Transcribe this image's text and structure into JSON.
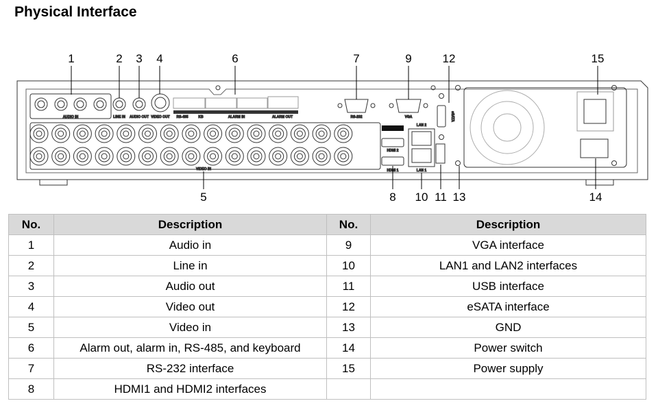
{
  "title": "Physical Interface",
  "diagram": {
    "callouts": [
      "1",
      "2",
      "3",
      "4",
      "5",
      "6",
      "7",
      "8",
      "9",
      "10",
      "11",
      "12",
      "13",
      "14",
      "15"
    ],
    "labels": {
      "audio_in": "AUDIO IN",
      "line_in": "LINE IN",
      "audio_out": "AUDIO OUT",
      "video_out": "VIDEO OUT",
      "rs485": "RS-485",
      "kb": "KB",
      "alarm_in": "ALARM IN",
      "alarm_out": "ALARM OUT",
      "video_in": "VIDEO IN",
      "rs232": "RS-232",
      "vga": "VGA",
      "esata": "eSATA",
      "hdmi1": "HDMI 1",
      "hdmi2": "HDMI 2",
      "lan1": "LAN 1",
      "lan2": "LAN 2"
    }
  },
  "table": {
    "headers": [
      "No.",
      "Description",
      "No.",
      "Description"
    ],
    "rows": [
      [
        "1",
        "Audio in",
        "9",
        "VGA interface"
      ],
      [
        "2",
        "Line in",
        "10",
        "LAN1 and LAN2 interfaces"
      ],
      [
        "3",
        "Audio out",
        "11",
        "USB interface"
      ],
      [
        "4",
        "Video out",
        "12",
        "eSATA interface"
      ],
      [
        "5",
        "Video in",
        "13",
        "GND"
      ],
      [
        "6",
        "Alarm out, alarm in, RS-485, and keyboard",
        "14",
        "Power switch"
      ],
      [
        "7",
        "RS-232 interface",
        "15",
        "Power supply"
      ],
      [
        "8",
        "HDMI1 and HDMI2 interfaces",
        "",
        ""
      ]
    ]
  }
}
